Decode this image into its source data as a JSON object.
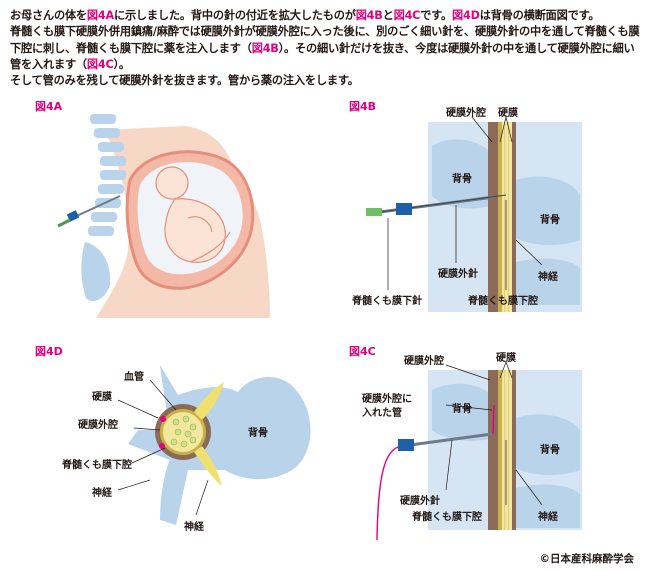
{
  "intro": {
    "p1": {
      "a": "お母さんの体を",
      "r1": "図4A",
      "b": "に示しました。背中の針の付近を拡大したものが",
      "r2": "図4B",
      "c": "と",
      "r3": "図4C",
      "d": "です。",
      "r4": "図4D",
      "e": "は背骨の横断面図です。"
    },
    "p2": {
      "a": "脊髄くも膜下硬膜外併用鎮痛/麻酔では硬膜外針が硬膜外腔に入った後に、別のごく細い針を、硬膜外針の中を通して脊髄くも膜下腔に刺し、脊髄くも膜下腔に薬を注入します（",
      "r1": "図4B",
      "b": "）。その細い針だけを抜き、今度は硬膜外針の中を通して硬膜外腔に細い管を入れます（",
      "r2": "図4C",
      "c": "）。"
    },
    "p3": "そして管のみを残して硬膜外針を抜きます。管から薬の注入をします。"
  },
  "panels": {
    "a": {
      "title": "図4A"
    },
    "b": {
      "title": "図4B",
      "labels": {
        "epidural_space": "硬膜外腔",
        "dura": "硬膜",
        "spine_upper": "背骨",
        "spine_lower": "背骨",
        "epidural_needle": "硬膜外針",
        "nerve": "神経",
        "spinal_needle": "脊髄くも膜下針",
        "subarachnoid": "脊髄くも膜下腔"
      }
    },
    "c": {
      "title": "図4C",
      "labels": {
        "epidural_space": "硬膜外腔",
        "dura": "硬膜",
        "tube_line1": "硬膜外腔に",
        "tube_line2": "入れた管",
        "spine_upper": "背骨",
        "spine_lower": "背骨",
        "epidural_needle": "硬膜外針",
        "subarachnoid": "脊髄くも膜下腔",
        "nerve": "神経"
      }
    },
    "d": {
      "title": "図4D",
      "labels": {
        "blood_vessel": "血管",
        "dura": "硬膜",
        "epidural_space": "硬膜外腔",
        "subarachnoid": "脊髄くも膜下腔",
        "spine": "背骨",
        "nerve_left": "神経",
        "nerve_bottom": "神経"
      }
    }
  },
  "colors": {
    "accent": "#e4007f",
    "bone": "#b9d3ea",
    "bone_light": "#d5e5f3",
    "dura_brown": "#8b6b57",
    "nerve_yellow": "#f0e070",
    "skin": "#f7d8c7"
  },
  "copyright": "©日本産科麻酔学会"
}
